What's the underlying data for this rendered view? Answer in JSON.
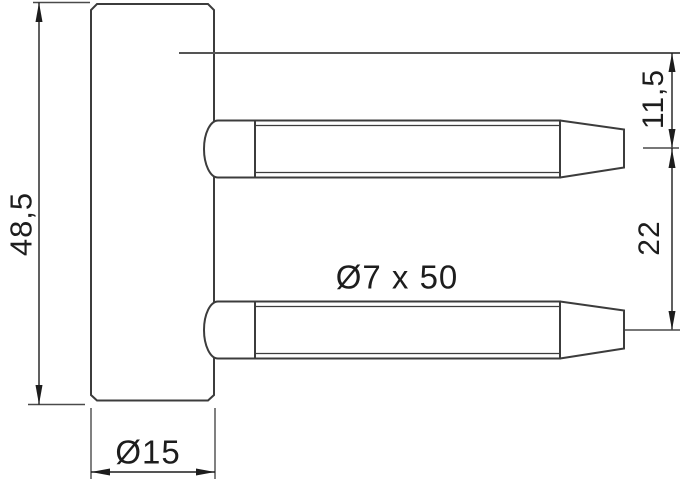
{
  "drawing": {
    "type": "technical-dimension-drawing",
    "part": "hinge body with two mounting pins",
    "dimensions": {
      "body_height": "48,5",
      "body_diameter": "Ø15",
      "pin_spec": "Ø7 x 50",
      "pin_top_offset": "11,5",
      "pin_spacing": "22"
    },
    "colors": {
      "line": "#3c3c3c",
      "dimension": "#1d1d1d",
      "background": "#ffffff"
    }
  }
}
